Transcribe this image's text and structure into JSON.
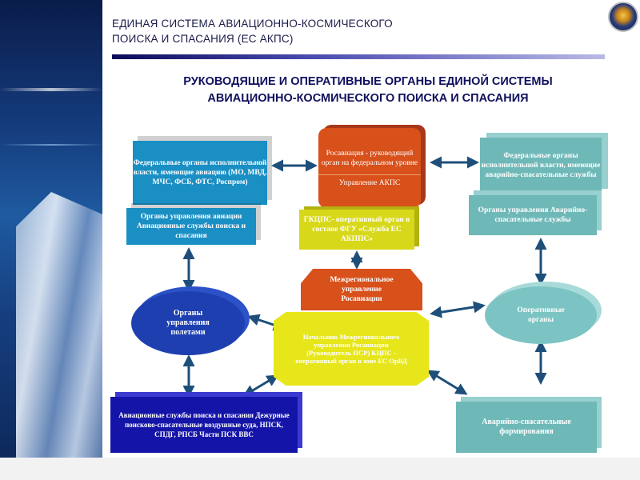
{
  "header": {
    "line1": "ЕДИНАЯ СИСТЕМА АВИАЦИОННО-КОСМИЧЕСКОГО",
    "line2": "ПОИСКА И СПАСАНИЯ (ЕС АКПС)"
  },
  "title": {
    "line1": "РУКОВОДЯЩИЕ И ОПЕРАТИВНЫЕ ОРГАНЫ ЕДИНОЙ СИСТЕМЫ",
    "line2": "АВИАЦИОННО-КОСМИЧЕСКОГО ПОИСКА И СПАСАНИЯ"
  },
  "nodes": {
    "fed_aviation": "Федеральные органы исполнительной власти, имеющие авиацию (МО, МВД, МЧС, ФСБ, ФТС, Роспром)",
    "aviation_mgmt": "Органы управления авиации Авиационные службы поиска и спасания",
    "rosaviatsia": "Росавиация - руководящий орган на федеральном уровне",
    "akps_mgmt": "Управление АКПС",
    "gkcps": "ГКЦПС- оперативный орган в составе ФГУ «Служба ЕС АКППС»",
    "fed_rescue": "Федеральные органы исполнительной власти, имеющие аварийно-спасательные службы",
    "rescue_mgmt": "Органы управления Аварийно-спасательные службы",
    "interregional": "Межрегиональное управление Росавиации",
    "flight_control": "Органы управления полетами",
    "head_interregional": "Начальник Межрегионального управления Росавиации (Руководитель ПСР) КЦПС - оперативный орган в зоне ЕС ОрВД",
    "operational": "Оперативные органы",
    "aviation_search": "Авиационные службы поиска и спасания Дежурные поисково-спасательные воздушные суда, НПСК, СПДГ, РПСБ Части ПСК ВВС",
    "rescue_units": "Аварийно-спасательные формирования"
  },
  "colors": {
    "blue_box": "#1a8fc4",
    "orange_box": "#d8501a",
    "yellow_box": "#e6e61a",
    "teal_box": "#6fb8b8",
    "navy_ellipse": "#1e3fb0",
    "dark_blue_box": "#1414a8",
    "arrow": "#1e4f7a"
  }
}
